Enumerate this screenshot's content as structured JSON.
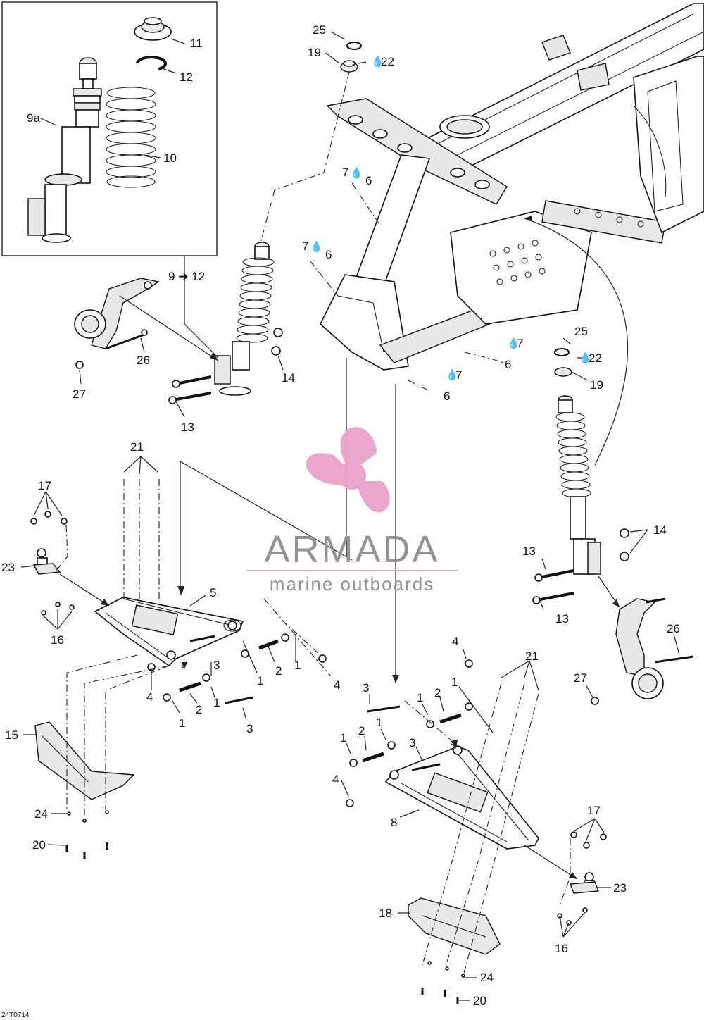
{
  "diagram_code": "24T0714",
  "watermark": {
    "brand": "ARMADA",
    "tagline": "marine outboards",
    "accent_color": "#e9a3c9",
    "text_color": "#8e8e8e"
  },
  "callouts": [
    {
      "id": "c1",
      "text": "25"
    },
    {
      "id": "c2",
      "text": "19"
    },
    {
      "id": "c3",
      "text": "22"
    },
    {
      "id": "c4",
      "text": "11"
    },
    {
      "id": "c5",
      "text": "12"
    },
    {
      "id": "c6",
      "text": "9a"
    },
    {
      "id": "c7",
      "text": "10"
    },
    {
      "id": "c8",
      "text": "7"
    },
    {
      "id": "c9",
      "text": "6"
    },
    {
      "id": "c10",
      "text": "7"
    },
    {
      "id": "c11",
      "text": "6"
    },
    {
      "id": "c12",
      "text": "9 ➔ 12"
    },
    {
      "id": "c13",
      "text": "26"
    },
    {
      "id": "c14",
      "text": "27"
    },
    {
      "id": "c15",
      "text": "14"
    },
    {
      "id": "c16",
      "text": "13"
    },
    {
      "id": "c17",
      "text": "7"
    },
    {
      "id": "c18",
      "text": "6"
    },
    {
      "id": "c19",
      "text": "25"
    },
    {
      "id": "c20",
      "text": "22"
    },
    {
      "id": "c21",
      "text": "19"
    },
    {
      "id": "c22",
      "text": "7"
    },
    {
      "id": "c23",
      "text": "6"
    },
    {
      "id": "c24",
      "text": "21"
    },
    {
      "id": "c25",
      "text": "17"
    },
    {
      "id": "c26",
      "text": "23"
    },
    {
      "id": "c27",
      "text": "5"
    },
    {
      "id": "c28",
      "text": "16"
    },
    {
      "id": "c29",
      "text": "14"
    },
    {
      "id": "c30",
      "text": "13"
    },
    {
      "id": "c31",
      "text": "13"
    },
    {
      "id": "c32",
      "text": "26"
    },
    {
      "id": "c33",
      "text": "27"
    },
    {
      "id": "c34",
      "text": "3"
    },
    {
      "id": "c35",
      "text": "2"
    },
    {
      "id": "c36",
      "text": "1"
    },
    {
      "id": "c37",
      "text": "1"
    },
    {
      "id": "c38",
      "text": "4"
    },
    {
      "id": "c39",
      "text": "4"
    },
    {
      "id": "c40",
      "text": "2"
    },
    {
      "id": "c41",
      "text": "1"
    },
    {
      "id": "c42",
      "text": "1"
    },
    {
      "id": "c43",
      "text": "3"
    },
    {
      "id": "c44",
      "text": "4"
    },
    {
      "id": "c45",
      "text": "21"
    },
    {
      "id": "c46",
      "text": "3"
    },
    {
      "id": "c47",
      "text": "1"
    },
    {
      "id": "c48",
      "text": "2"
    },
    {
      "id": "c49",
      "text": "1"
    },
    {
      "id": "c50",
      "text": "1"
    },
    {
      "id": "c51",
      "text": "2"
    },
    {
      "id": "c52",
      "text": "1"
    },
    {
      "id": "c53",
      "text": "3"
    },
    {
      "id": "c54",
      "text": "4"
    },
    {
      "id": "c55",
      "text": "15"
    },
    {
      "id": "c56",
      "text": "8"
    },
    {
      "id": "c57",
      "text": "17"
    },
    {
      "id": "c58",
      "text": "23"
    },
    {
      "id": "c59",
      "text": "24"
    },
    {
      "id": "c60",
      "text": "20"
    },
    {
      "id": "c61",
      "text": "18"
    },
    {
      "id": "c62",
      "text": "16"
    },
    {
      "id": "c63",
      "text": "24"
    },
    {
      "id": "c64",
      "text": "20"
    }
  ]
}
